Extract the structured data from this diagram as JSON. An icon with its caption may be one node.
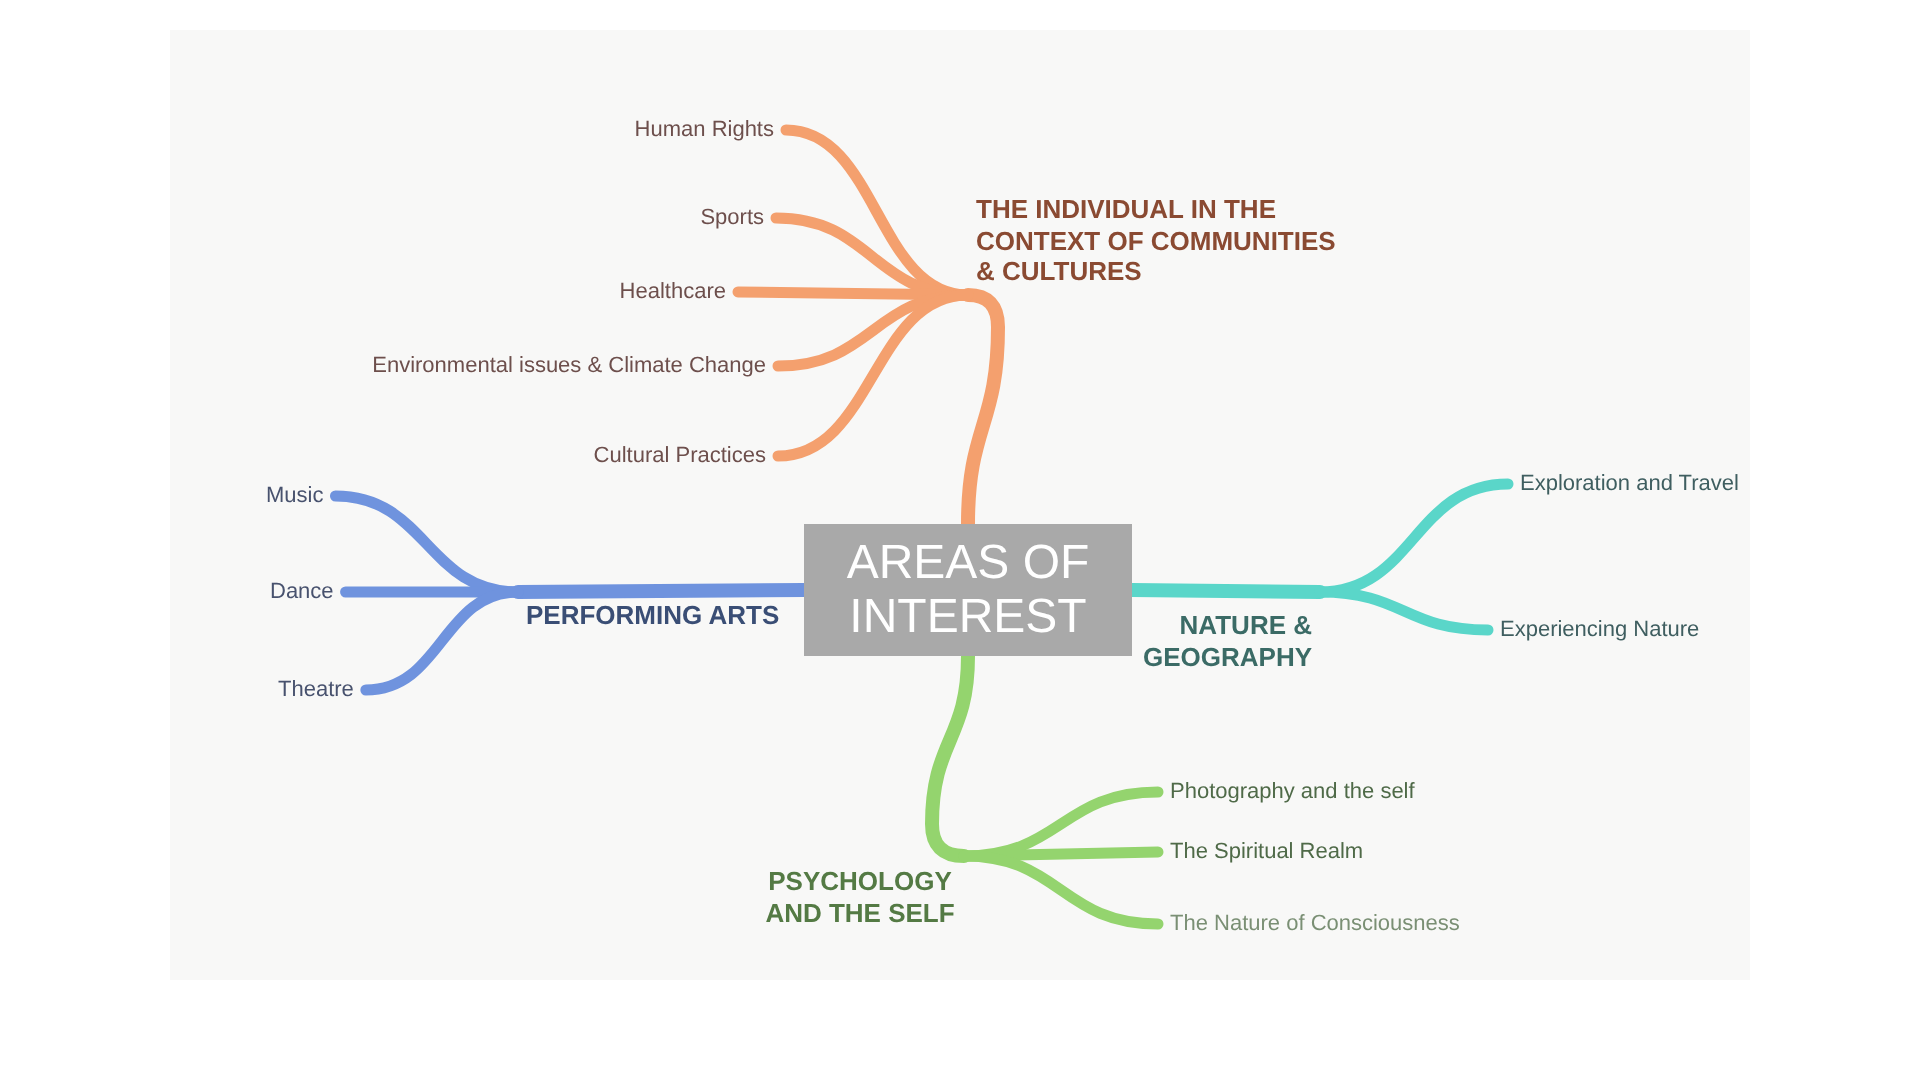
{
  "diagram": {
    "nodes": [
      {
        "text": [
          "AREAS OF INTEREST"
        ]
      },
      {
        "text": [
          "THE INDIVIDUAL IN THE CONTEXT OF COMMUNITIES & CULTURES"
        ]
      },
      {
        "text": [
          "Human Rights"
        ]
      },
      {
        "text": [
          "Sports"
        ]
      },
      {
        "text": [
          "Healthcare"
        ]
      },
      {
        "text": [
          "Environmental issues & Climate Change"
        ]
      },
      {
        "text": [
          "Cultural Practices"
        ]
      },
      {
        "text": [
          "PERFORMING ARTS"
        ]
      },
      {
        "text": [
          "Music"
        ]
      },
      {
        "text": [
          "Dance"
        ]
      },
      {
        "text": [
          "Theatre"
        ]
      },
      {
        "text": [
          "NATURE & GEOGRAPHY"
        ]
      },
      {
        "text": [
          "Exploration and Travel"
        ]
      },
      {
        "text": [
          "Experiencing Nature"
        ]
      },
      {
        "text": [
          "PSYCHOLOGY AND THE SELF"
        ]
      },
      {
        "text": [
          "Photography and the self"
        ]
      },
      {
        "text": [
          "The Spiritual Realm"
        ]
      },
      {
        "text": [
          "The Nature of Consciousness"
        ]
      }
    ],
    "edges": [
      {
        "from": 0,
        "to": 1,
        "arrow": "none",
        "color": "#f4a06e"
      },
      {
        "from": 1,
        "to": 2,
        "arrow": "none",
        "color": "#f4a06e"
      },
      {
        "from": 1,
        "to": 3,
        "arrow": "none",
        "color": "#f4a06e"
      },
      {
        "from": 1,
        "to": 4,
        "arrow": "none",
        "color": "#f4a06e"
      },
      {
        "from": 1,
        "to": 5,
        "arrow": "none",
        "color": "#f4a06e"
      },
      {
        "from": 1,
        "to": 6,
        "arrow": "none",
        "color": "#f4a06e"
      },
      {
        "from": 0,
        "to": 7,
        "arrow": "none",
        "color": "#6f93de"
      },
      {
        "from": 7,
        "to": 8,
        "arrow": "none",
        "color": "#6f93de"
      },
      {
        "from": 7,
        "to": 9,
        "arrow": "none",
        "color": "#6f93de"
      },
      {
        "from": 7,
        "to": 10,
        "arrow": "none",
        "color": "#6f93de"
      },
      {
        "from": 0,
        "to": 11,
        "arrow": "none",
        "color": "#5ad6c9"
      },
      {
        "from": 11,
        "to": 12,
        "arrow": "none",
        "color": "#5ad6c9"
      },
      {
        "from": 11,
        "to": 13,
        "arrow": "none",
        "color": "#5ad6c9"
      },
      {
        "from": 0,
        "to": 14,
        "arrow": "none",
        "color": "#94d46e"
      },
      {
        "from": 14,
        "to": 15,
        "arrow": "none",
        "color": "#94d46e"
      },
      {
        "from": 14,
        "to": 16,
        "arrow": "none",
        "color": "#94d46e"
      },
      {
        "from": 14,
        "to": 17,
        "arrow": "none",
        "color": "#94d46e"
      }
    ]
  }
}
